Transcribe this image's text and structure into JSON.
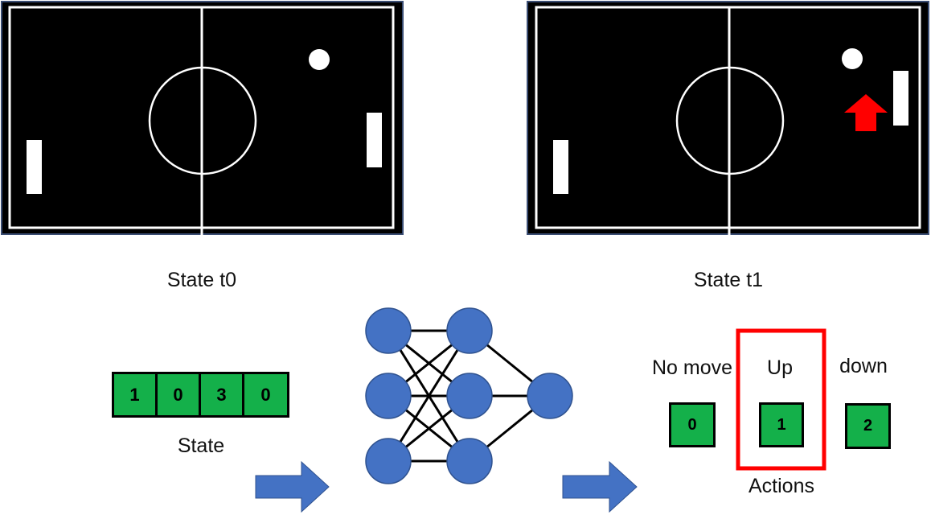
{
  "panels": {
    "left_caption": "State t0",
    "right_caption": "State t1"
  },
  "state": {
    "cells": [
      "1",
      "0",
      "3",
      "0"
    ],
    "label": "State"
  },
  "actions": {
    "items": [
      {
        "label": "No move",
        "value": "0"
      },
      {
        "label": "Up",
        "value": "1"
      },
      {
        "label": "down",
        "value": "2"
      }
    ],
    "label": "Actions",
    "selected_index": 1
  },
  "colors": {
    "field": "#000000",
    "frame_border": "#3a4d73",
    "node": "#4472c4",
    "node_border": "#2f528f",
    "arrow": "#4472c4",
    "cell": "#14b04a",
    "highlight": "#ff0000",
    "up_arrow": "#ff0000"
  }
}
